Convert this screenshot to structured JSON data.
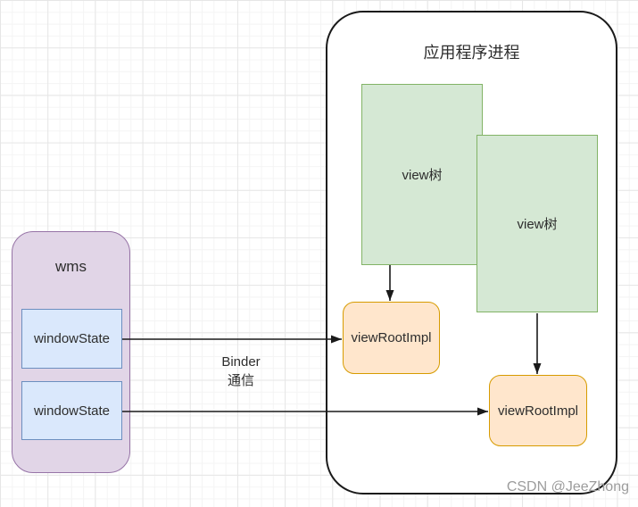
{
  "colors": {
    "wms_fill": "#e1d5e7",
    "wms_border": "#9673a6",
    "window_state_fill": "#dae8fc",
    "window_state_border": "#6c8ebf",
    "view_tree_fill": "#d5e8d4",
    "view_tree_border": "#82b366",
    "view_root_fill": "#ffe6cc",
    "view_root_border": "#d79b00",
    "process_border": "#1a1a1a",
    "arrow": "#1a1a1a",
    "watermark": "#9c9c9c"
  },
  "wms": {
    "title": "wms",
    "window_states": [
      {
        "label": "windowState"
      },
      {
        "label": "windowState"
      }
    ]
  },
  "app_process": {
    "title": "应用程序进程",
    "view_trees": [
      {
        "label": "view树"
      },
      {
        "label": "view树"
      }
    ],
    "view_root_impls": [
      {
        "label": "viewRootImpl"
      },
      {
        "label": "viewRootImpl"
      }
    ]
  },
  "binder": {
    "line1": "Binder",
    "line2": "通信"
  },
  "watermark": "CSDN @JeeZhong"
}
